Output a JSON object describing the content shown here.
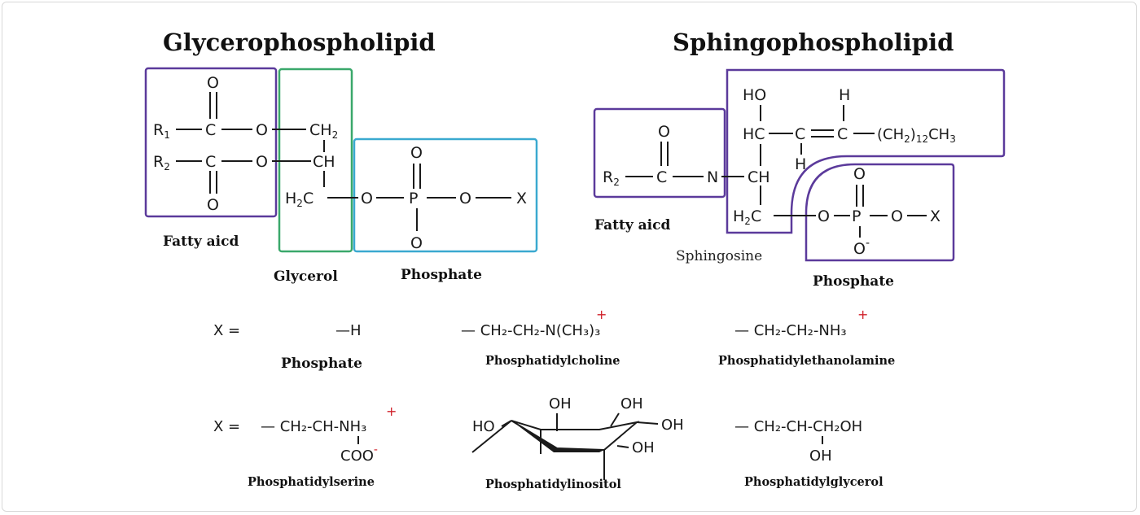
{
  "titles": {
    "glycero": "Glycerophospholipid",
    "sphingo": "Sphingophospholipid"
  },
  "labels": {
    "fatty_acid_left": "Fatty aicd",
    "glycerol": "Glycerol",
    "phosphate_left": "Phosphate",
    "fatty_acid_right": "Fatty aicd",
    "sphingosine": "Sphingosine",
    "phosphate_right": "Phosphate"
  },
  "glycero_structure": {
    "o_top": "O",
    "r1": "R",
    "sub1": "1",
    "c1": "C",
    "o_ester1": "O",
    "ch2_top": "CH",
    "ch2_top_sub": "2",
    "r2": "R",
    "sub2": "2",
    "c2": "C",
    "o_ester2": "O",
    "ch_mid": "CH",
    "o_bottom": "O",
    "h2c": "H",
    "h2c_sub": "2",
    "h2c_c": "C",
    "o_link": "O",
    "p_top_o": "O",
    "p": "P",
    "p_right_o": "O",
    "x": "X",
    "p_bottom_o": "O"
  },
  "sphingo_structure": {
    "ho": "HO",
    "h_top": "H",
    "hc": "HC",
    "c_mid": "C",
    "c_right": "C",
    "chain": "(CH",
    "chain_sub": "2",
    "chain_end": ")",
    "chain_count": "12",
    "chain_ch": "CH",
    "chain_ch_sub": "3",
    "h_under": "H",
    "o_carbonyl": "O",
    "r2": "R",
    "r2_sub": "2",
    "c_amide": "C",
    "n": "N",
    "ch_mid": "CH",
    "h2c": "H",
    "h2c_sub": "2",
    "h2c_c": "C",
    "o_link": "O",
    "p_top_o": "O",
    "p": "P",
    "p_right_o": "O",
    "x": "X",
    "o_minus": "O",
    "minus": "-"
  },
  "x_groups": {
    "x_eq_1": "X =",
    "h_formula": "—H",
    "h_label": "Phosphate",
    "choline_formula": "— CH₂-CH₂-N(CH₃)₃",
    "choline_plus": "+",
    "choline_label": "Phosphatidylcholine",
    "ethanolamine_formula": "— CH₂-CH₂-NH₃",
    "ethanolamine_plus": "+",
    "ethanolamine_label": "Phosphatidylethanolamine",
    "x_eq_2": "X =",
    "serine_formula": "— CH₂-CH-NH₃",
    "serine_plus": "+",
    "serine_coo": "COO",
    "serine_minus": "-",
    "serine_label": "Phosphatidylserine",
    "inositol_oh1": "OH",
    "inositol_oh2": "OH",
    "inositol_ho": "HO",
    "inositol_oh3": "OH",
    "inositol_oh4": "OH",
    "inositol_label": "Phosphatidylinositol",
    "glycerol_formula": "— CH₂-CH-CH₂OH",
    "glycerol_oh": "OH",
    "glycerol_label": "Phosphatidylglycerol"
  },
  "colors": {
    "fatty_acid_box": "#5b3a9b",
    "glycerol_box": "#3aa86b",
    "phosphate_box": "#3aa9d0",
    "sphingo_box": "#5b3a9b",
    "charge": "#d0202a"
  }
}
